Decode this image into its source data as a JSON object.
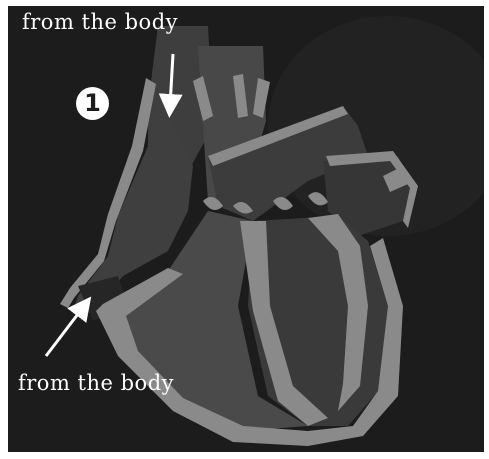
{
  "labels": {
    "top": "from the body",
    "bottom": "from the body"
  },
  "step_marker": "1",
  "colors": {
    "background": "#1c1c1c",
    "wall": "#8a8a8a",
    "chamber": "#4a4a4a",
    "chamber_dark": "#353535",
    "text": "#ffffff"
  }
}
